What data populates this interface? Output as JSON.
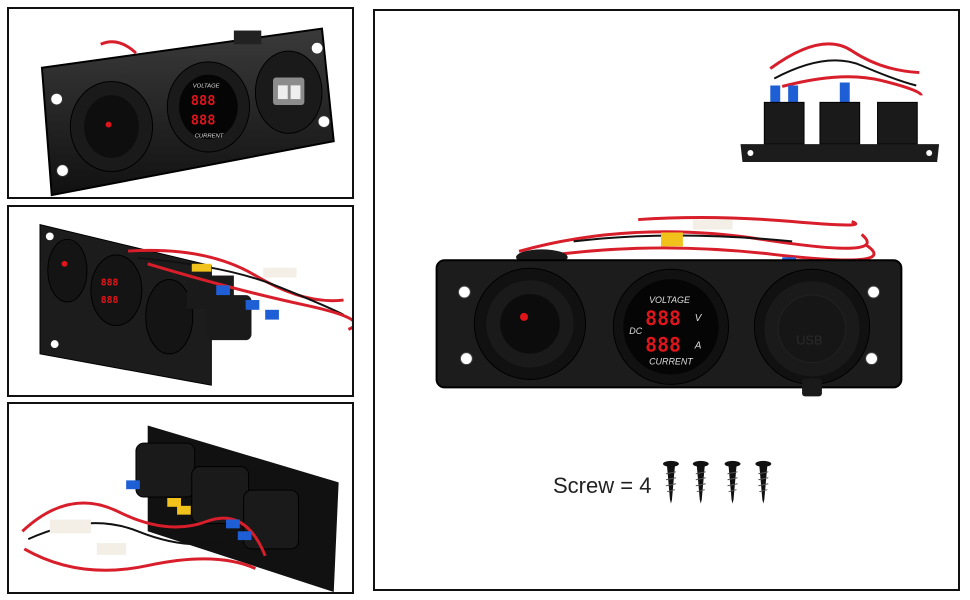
{
  "panel_labels": {
    "voltage": "VOLTAGE",
    "current": "CURRENT",
    "dc": "DC",
    "volt_unit": "V",
    "amp_unit": "A",
    "lcd_digits": "888",
    "usb": "USB"
  },
  "caption": {
    "screw_text": "Screw = 4"
  },
  "colors": {
    "panel": "#1c1c1c",
    "lcd_red": "#e0151b",
    "wire_red": "#d81e2a",
    "connector_blue": "#1f5fd6",
    "connector_yellow": "#f1c21b"
  }
}
